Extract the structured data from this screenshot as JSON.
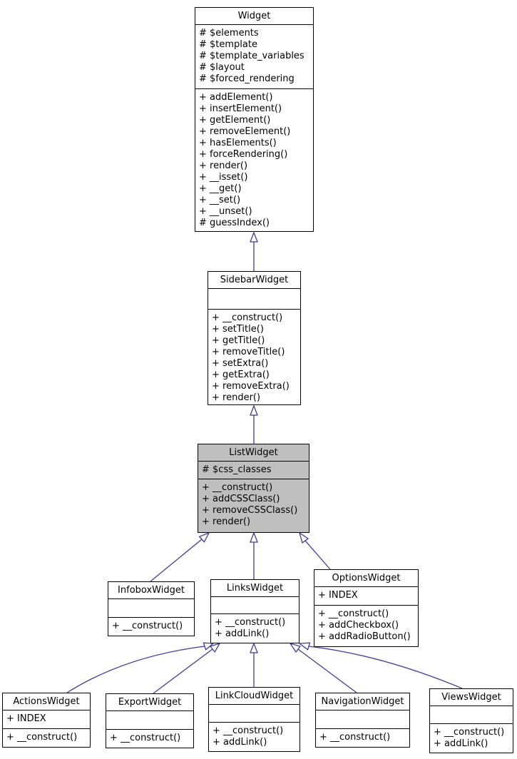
{
  "diagram": {
    "type": "uml-class-inheritance",
    "colors": {
      "border": "#000000",
      "arrow": "#3c3c9b",
      "highlight_fill": "#bfbfbf",
      "box_fill": "#ffffff",
      "background": "#ffffff"
    },
    "classes": [
      {
        "title": "Widget",
        "fields": [
          "# $elements",
          "# $template",
          "# $template_variables",
          "# $layout",
          "# $forced_rendering"
        ],
        "methods": [
          "+ addElement()",
          "+ insertElement()",
          "+ getElement()",
          "+ removeElement()",
          "+ hasElements()",
          "+ forceRendering()",
          "+ render()",
          "+ __isset()",
          "+ __get()",
          "+ __set()",
          "+ __unset()",
          "# guessIndex()"
        ],
        "highlighted": false
      },
      {
        "title": "SidebarWidget",
        "fields": [],
        "methods": [
          "+ __construct()",
          "+ setTitle()",
          "+ getTitle()",
          "+ removeTitle()",
          "+ setExtra()",
          "+ getExtra()",
          "+ removeExtra()",
          "+ render()"
        ],
        "highlighted": false
      },
      {
        "title": "ListWidget",
        "fields": [
          "# $css_classes"
        ],
        "methods": [
          "+ __construct()",
          "+ addCSSClass()",
          "+ removeCSSClass()",
          "+ render()"
        ],
        "highlighted": true
      },
      {
        "title": "InfoboxWidget",
        "fields": [],
        "methods": [
          "+ __construct()"
        ],
        "highlighted": false
      },
      {
        "title": "LinksWidget",
        "fields": [],
        "methods": [
          "+ __construct()",
          "+ addLink()"
        ],
        "highlighted": false
      },
      {
        "title": "OptionsWidget",
        "fields": [
          "+ INDEX"
        ],
        "methods": [
          "+ __construct()",
          "+ addCheckbox()",
          "+ addRadioButton()"
        ],
        "highlighted": false
      },
      {
        "title": "ActionsWidget",
        "fields": [
          "+ INDEX"
        ],
        "methods": [
          "+ __construct()"
        ],
        "highlighted": false
      },
      {
        "title": "ExportWidget",
        "fields": [],
        "methods": [
          "+ __construct()"
        ],
        "highlighted": false
      },
      {
        "title": "LinkCloudWidget",
        "fields": [],
        "methods": [
          "+ __construct()",
          "+ addLink()"
        ],
        "highlighted": false
      },
      {
        "title": "NavigationWidget",
        "fields": [],
        "methods": [
          "+ __construct()"
        ],
        "highlighted": false
      },
      {
        "title": "ViewsWidget",
        "fields": [],
        "methods": [
          "+ __construct()",
          "+ addLink()"
        ],
        "highlighted": false
      }
    ],
    "edges": [
      {
        "from": "SidebarWidget",
        "to": "Widget"
      },
      {
        "from": "ListWidget",
        "to": "SidebarWidget"
      },
      {
        "from": "InfoboxWidget",
        "to": "ListWidget"
      },
      {
        "from": "LinksWidget",
        "to": "ListWidget"
      },
      {
        "from": "OptionsWidget",
        "to": "ListWidget"
      },
      {
        "from": "ActionsWidget",
        "to": "LinksWidget"
      },
      {
        "from": "ExportWidget",
        "to": "LinksWidget"
      },
      {
        "from": "LinkCloudWidget",
        "to": "LinksWidget"
      },
      {
        "from": "NavigationWidget",
        "to": "LinksWidget"
      },
      {
        "from": "ViewsWidget",
        "to": "LinksWidget"
      }
    ]
  }
}
